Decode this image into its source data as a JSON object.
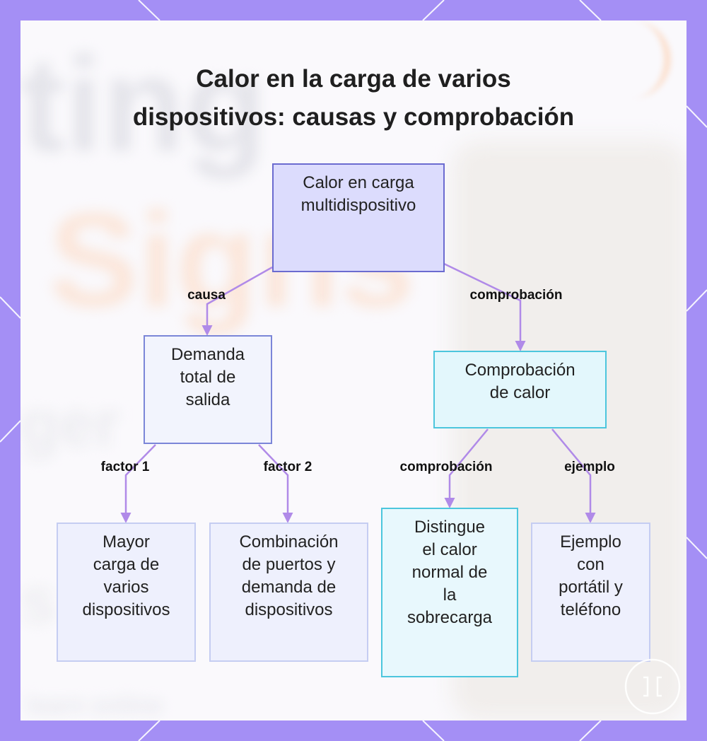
{
  "title": [
    "Calor en la carga de varios",
    "dispositivos: causas y comprobación"
  ],
  "nodes": {
    "root": [
      "Calor en carga",
      "multidispositivo"
    ],
    "demand": [
      "Demanda",
      "total de",
      "salida"
    ],
    "check": [
      "Comprobación",
      "de calor"
    ],
    "load": [
      "Mayor",
      "carga de",
      "varios",
      "dispositivos"
    ],
    "combo": [
      "Combinación",
      "de puertos y",
      "demanda de",
      "dispositivos"
    ],
    "distinguish": [
      "Distingue",
      "el calor",
      "normal de",
      "la",
      "sobrecarga"
    ],
    "example": [
      "Ejemplo",
      "con",
      "portátil y",
      "teléfono"
    ]
  },
  "edges": {
    "cause": "causa",
    "check": "comprobación",
    "factor1": "factor 1",
    "factor2": "factor 2",
    "check2": "comprobación",
    "example": "ejemplo"
  },
  "colors": {
    "frame": "#a48ff5",
    "arrow": "#b08ae8",
    "root_fill": "#dcdcfd",
    "root_border": "#6b6bd0",
    "demand_border": "#7b86d8",
    "check_fill": "#e3f7fc",
    "check_border": "#4cc6dd"
  },
  "ghost_text": [
    "ting",
    "Signs",
    "ger",
    "s",
    "learn online"
  ]
}
